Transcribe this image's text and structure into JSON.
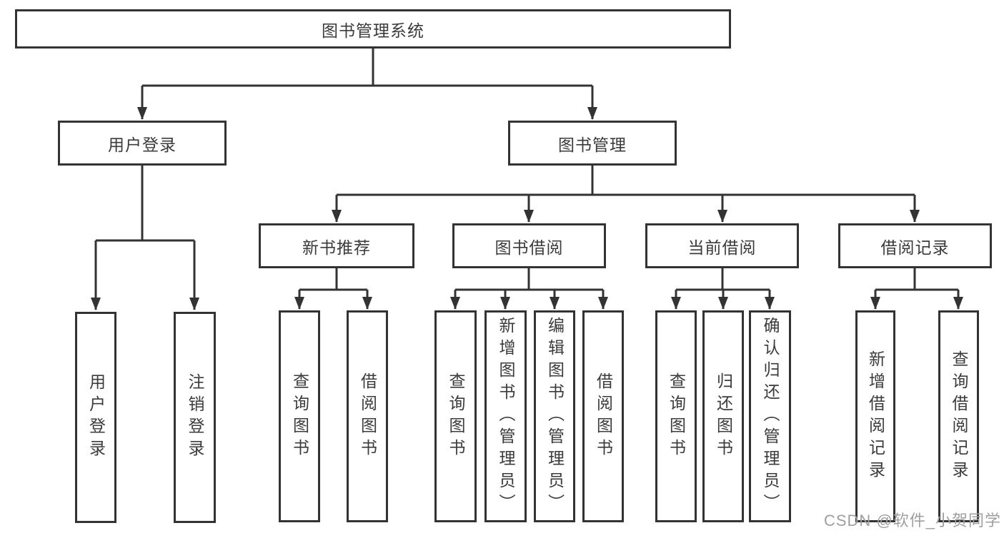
{
  "colors": {
    "line": "#333333",
    "box-border": "#333333",
    "box-fill": "#ffffff",
    "text": "#3b3b3b",
    "bg": "#ffffff",
    "watermark": "#9f9f9f"
  },
  "nodes": {
    "root": "图书管理系统",
    "user_login": "用户登录",
    "book_mgmt": "图书管理",
    "login_leaf": "用户登录",
    "logout_leaf": "注销登录",
    "new_book_rec": "新书推荐",
    "book_borrow": "图书借阅",
    "current_borrow": "当前借阅",
    "borrow_record": "借阅记录",
    "nbr_query_book": "查询图书",
    "nbr_borrow_book": "借阅图书",
    "bb_query_book": "查询图书",
    "bb_add_book": "新增图书（管理员）",
    "bb_edit_book": "编辑图书（管理员）",
    "bb_borrow_book": "借阅图书",
    "cb_query_book": "查询图书",
    "cb_return_book": "归还图书",
    "cb_confirm_return": "确认归还（管理员）",
    "br_add_record": "新增借阅记录",
    "br_query_record": "查询借阅记录"
  },
  "watermark": "CSDN @软件_小贺同学"
}
